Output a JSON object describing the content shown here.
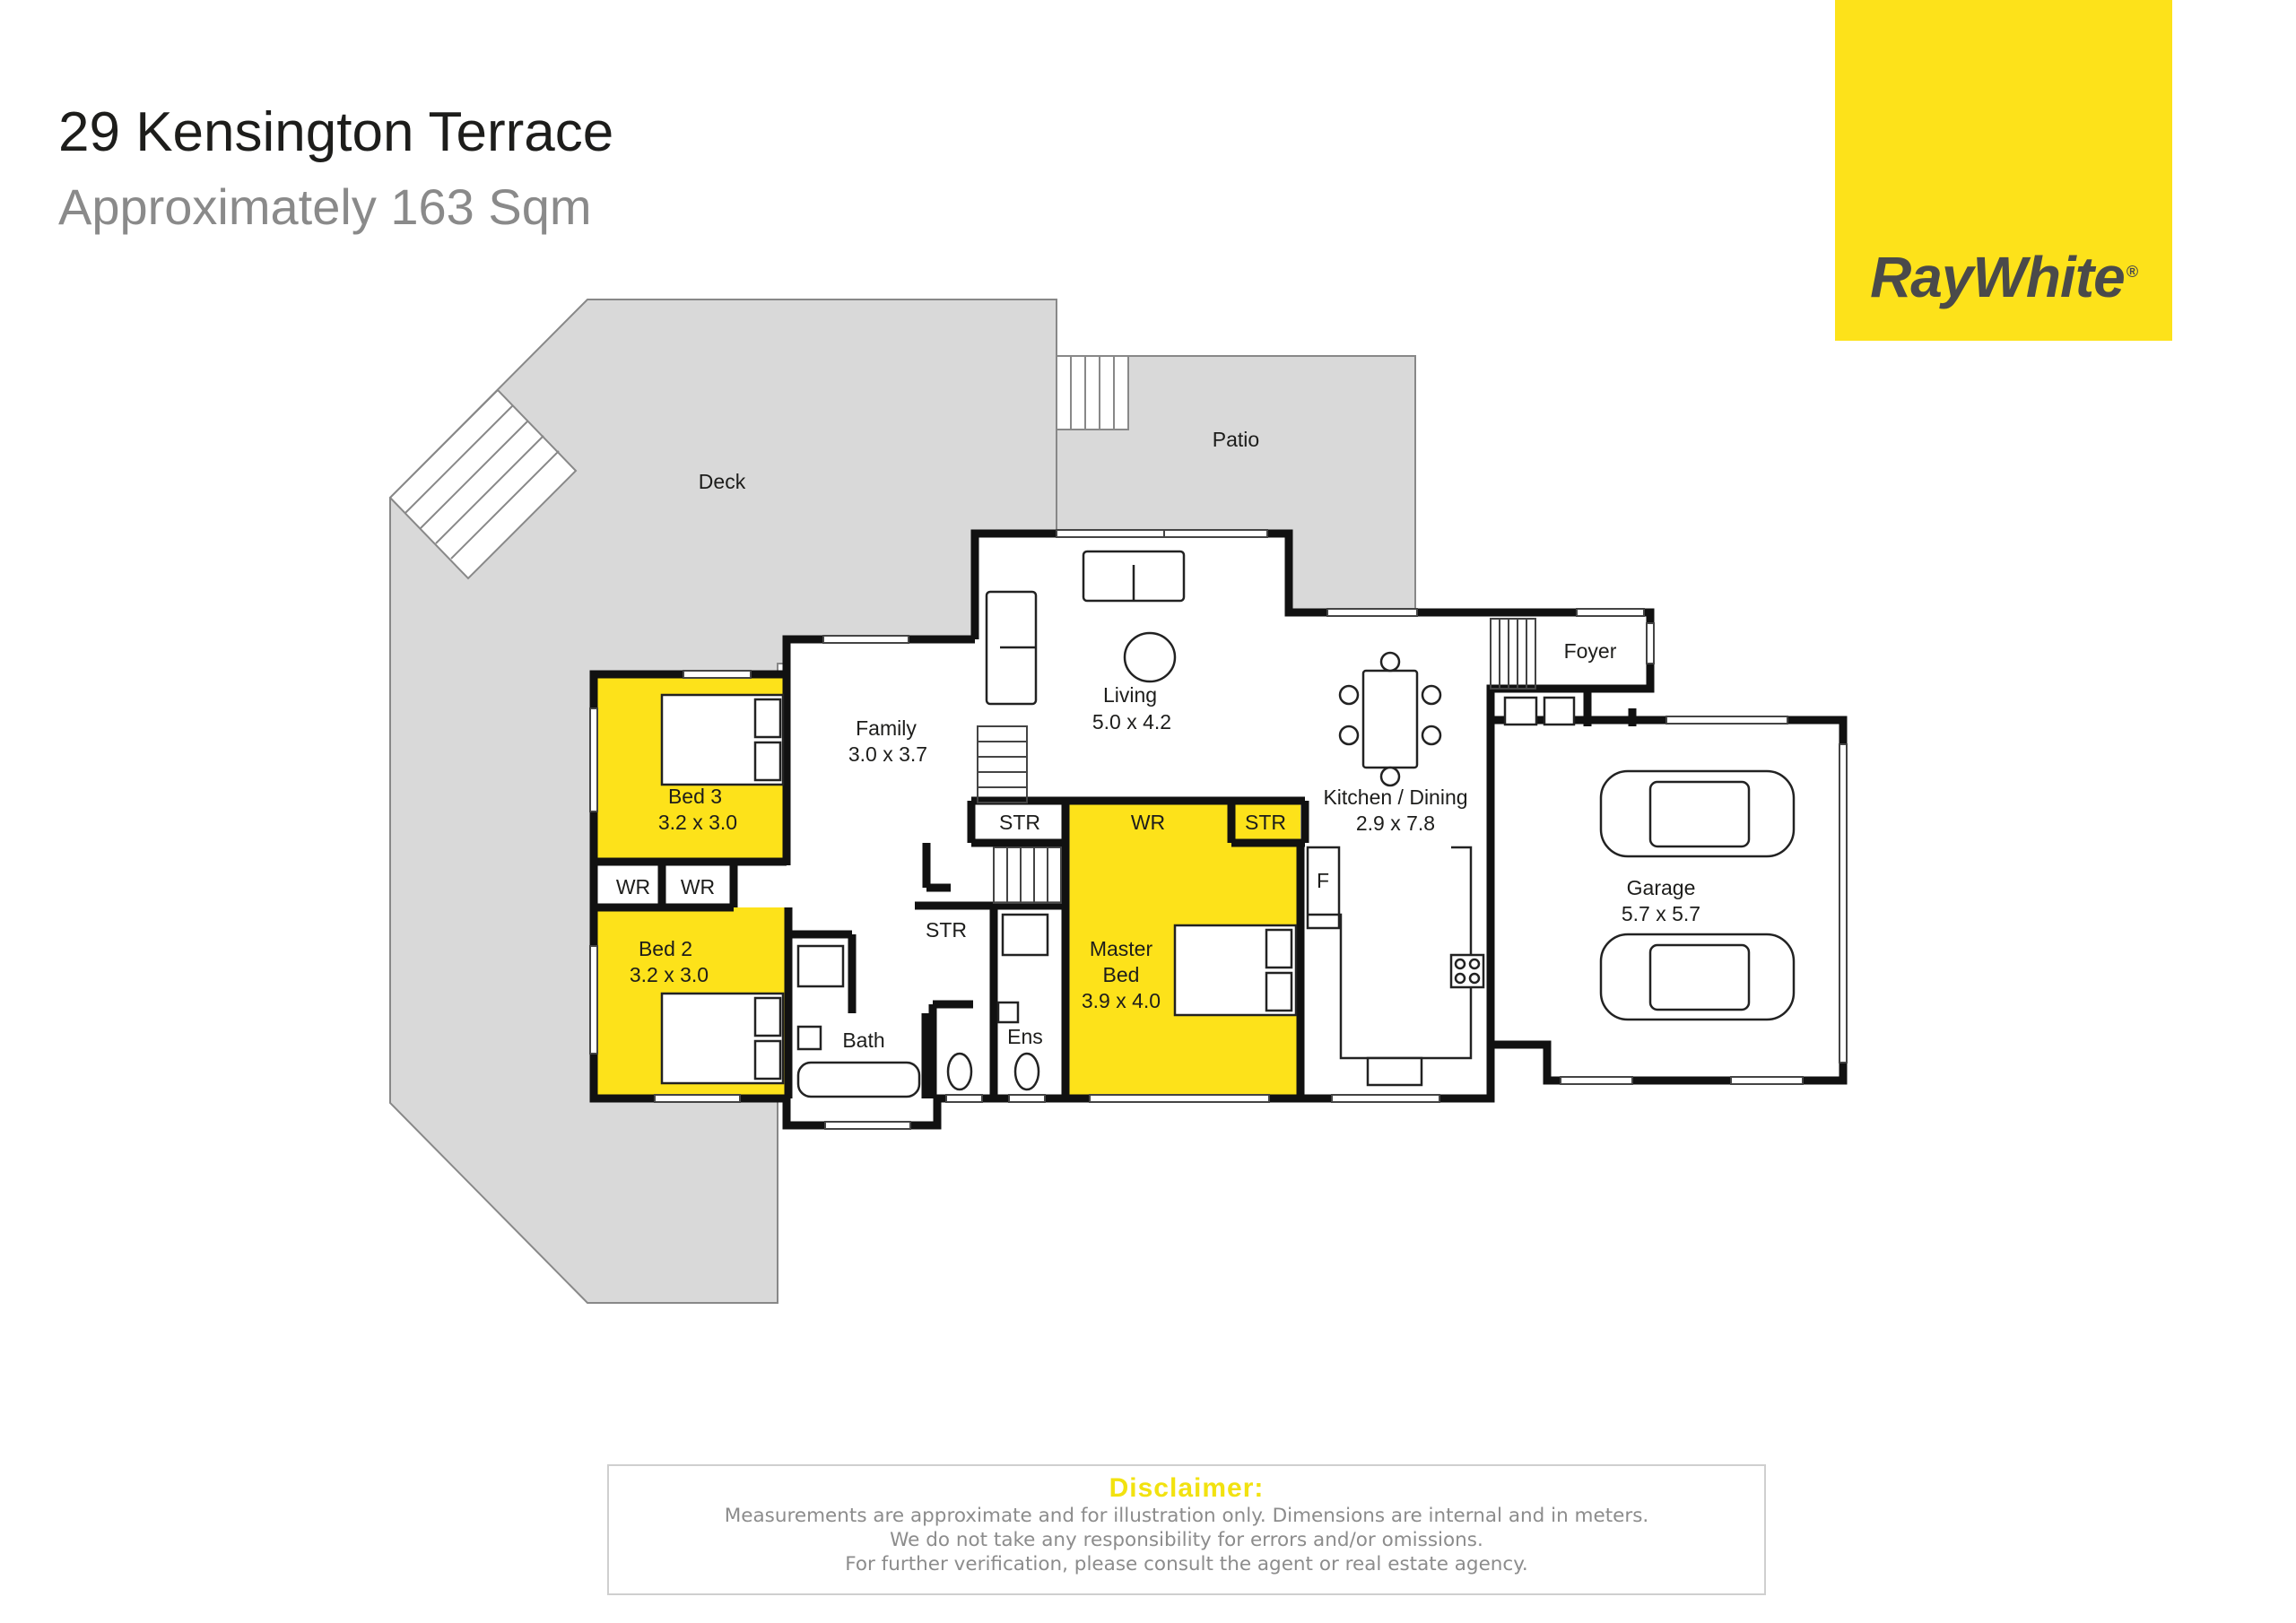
{
  "header": {
    "title": "29 Kensington Terrace",
    "subtitle": "Approximately 163 Sqm"
  },
  "brand": {
    "name": "RayWhite",
    "trademark": "®",
    "color": "#fde21a"
  },
  "colors": {
    "outdoor": "#d9d9d9",
    "bedroom_highlight": "#fde21a",
    "walls": "#111111"
  },
  "rooms": {
    "deck": {
      "name": "Deck"
    },
    "patio": {
      "name": "Patio"
    },
    "living": {
      "name": "Living",
      "dims": "5.0 x 4.2"
    },
    "family": {
      "name": "Family",
      "dims": "3.0 x 3.7"
    },
    "kitchen": {
      "name": "Kitchen / Dining",
      "dims": "2.9 x 7.8"
    },
    "foyer": {
      "name": "Foyer"
    },
    "garage": {
      "name": "Garage",
      "dims": "5.7 x 5.7"
    },
    "bed3": {
      "name": "Bed 3",
      "dims": "3.2 x 3.0"
    },
    "bed2": {
      "name": "Bed 2",
      "dims": "3.2 x 3.0"
    },
    "master": {
      "name1": "Master",
      "name2": "Bed",
      "dims": "3.9 x 4.0"
    },
    "bath": {
      "name": "Bath"
    },
    "ens": {
      "name": "Ens"
    },
    "wr": "WR",
    "str": "STR",
    "fridge": "F"
  },
  "disclaimer": {
    "title": "Disclaimer:",
    "lines": [
      "Measurements are approximate and for illustration only. Dimensions are internal and in meters.",
      "We do not take any responsibility for errors and/or omissions.",
      "For further verification, please consult the agent or real estate agency."
    ]
  }
}
